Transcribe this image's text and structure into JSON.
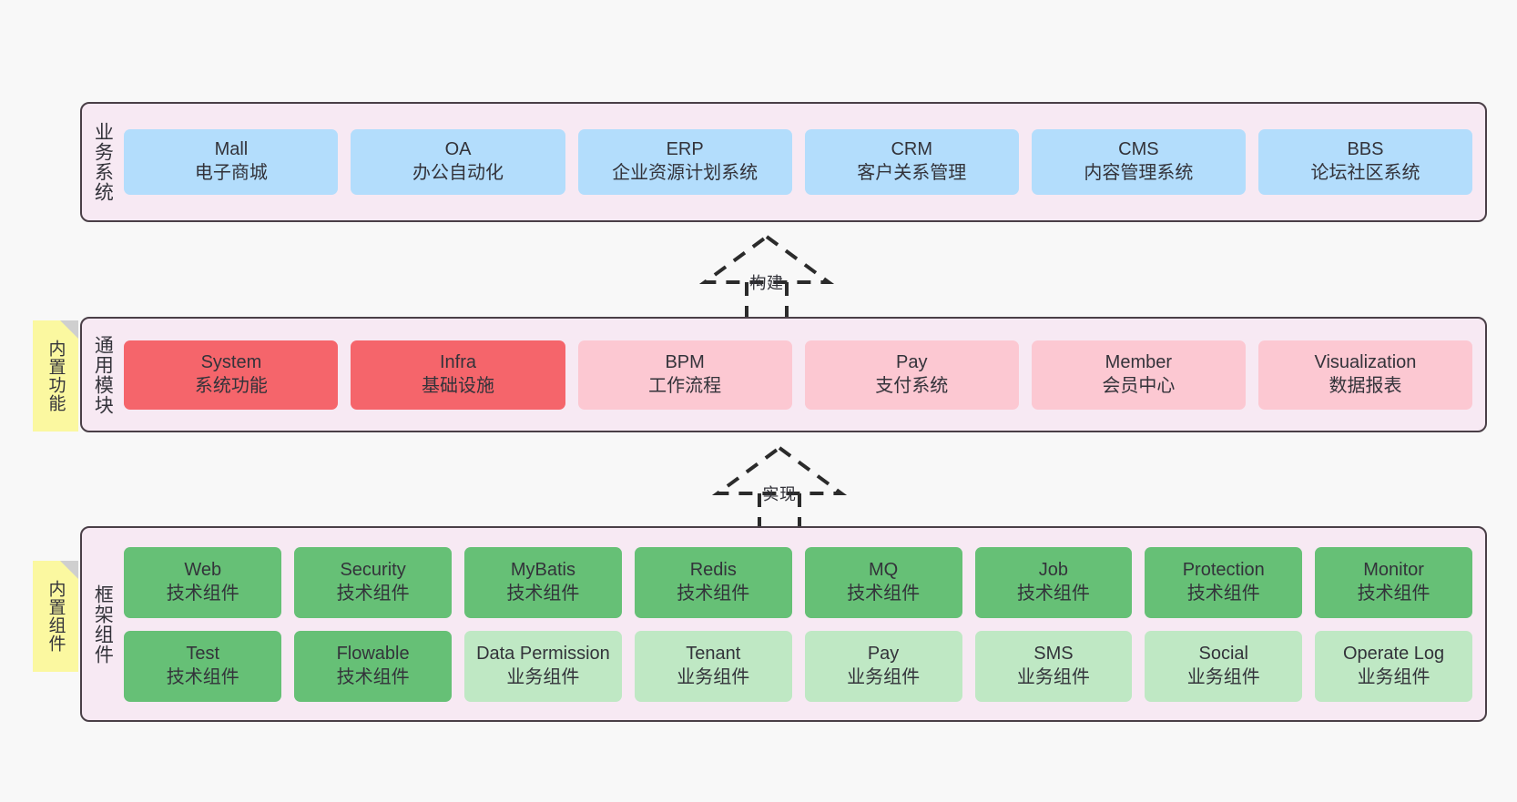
{
  "diagram": {
    "background_color": "#f8f8f8",
    "panel_color": "#f7e9f3",
    "panel_border_color": "#4a3f47",
    "note_color": "#fbf8a0"
  },
  "notes": [
    {
      "id": "builtin-features",
      "label": "内置功能"
    },
    {
      "id": "builtin-components",
      "label": "内置组件"
    }
  ],
  "connectors": [
    {
      "id": "build",
      "label": "构建",
      "style": "dashed-hollow-triangle",
      "direction": "up"
    },
    {
      "id": "realize",
      "label": "实现",
      "style": "dashed-hollow-triangle",
      "direction": "up"
    }
  ],
  "layers": [
    {
      "id": "business-system",
      "title": "业务系统",
      "rows": [
        {
          "cards": [
            {
              "en": "Mall",
              "cn": "电子商城",
              "color": "#b3ddfc",
              "variant": "blue"
            },
            {
              "en": "OA",
              "cn": "办公自动化",
              "color": "#b3ddfc",
              "variant": "blue"
            },
            {
              "en": "ERP",
              "cn": "企业资源计划系统",
              "color": "#b3ddfc",
              "variant": "blue"
            },
            {
              "en": "CRM",
              "cn": "客户关系管理",
              "color": "#b3ddfc",
              "variant": "blue"
            },
            {
              "en": "CMS",
              "cn": "内容管理系统",
              "color": "#b3ddfc",
              "variant": "blue"
            },
            {
              "en": "BBS",
              "cn": "论坛社区系统",
              "color": "#b3ddfc",
              "variant": "blue"
            }
          ]
        }
      ]
    },
    {
      "id": "common-modules",
      "title": "通用模块",
      "rows": [
        {
          "cards": [
            {
              "en": "System",
              "cn": "系统功能",
              "color": "#f5656b",
              "variant": "red"
            },
            {
              "en": "Infra",
              "cn": "基础设施",
              "color": "#f5656b",
              "variant": "red"
            },
            {
              "en": "BPM",
              "cn": "工作流程",
              "color": "#fcc8d2",
              "variant": "pink"
            },
            {
              "en": "Pay",
              "cn": "支付系统",
              "color": "#fcc8d2",
              "variant": "pink"
            },
            {
              "en": "Member",
              "cn": "会员中心",
              "color": "#fcc8d2",
              "variant": "pink"
            },
            {
              "en": "Visualization",
              "cn": "数据报表",
              "color": "#fcc8d2",
              "variant": "pink"
            }
          ]
        }
      ]
    },
    {
      "id": "framework-components",
      "title": "框架组件",
      "rows": [
        {
          "cards": [
            {
              "en": "Web",
              "cn": "技术组件",
              "color": "#66c076",
              "variant": "green"
            },
            {
              "en": "Security",
              "cn": "技术组件",
              "color": "#66c076",
              "variant": "green"
            },
            {
              "en": "MyBatis",
              "cn": "技术组件",
              "color": "#66c076",
              "variant": "green"
            },
            {
              "en": "Redis",
              "cn": "技术组件",
              "color": "#66c076",
              "variant": "green"
            },
            {
              "en": "MQ",
              "cn": "技术组件",
              "color": "#66c076",
              "variant": "green"
            },
            {
              "en": "Job",
              "cn": "技术组件",
              "color": "#66c076",
              "variant": "green"
            },
            {
              "en": "Protection",
              "cn": "技术组件",
              "color": "#66c076",
              "variant": "green"
            },
            {
              "en": "Monitor",
              "cn": "技术组件",
              "color": "#66c076",
              "variant": "green"
            }
          ]
        },
        {
          "cards": [
            {
              "en": "Test",
              "cn": "技术组件",
              "color": "#66c076",
              "variant": "green"
            },
            {
              "en": "Flowable",
              "cn": "技术组件",
              "color": "#66c076",
              "variant": "green"
            },
            {
              "en": "Data Permission",
              "cn": "业务组件",
              "color": "#bfe8c4",
              "variant": "green-light"
            },
            {
              "en": "Tenant",
              "cn": "业务组件",
              "color": "#bfe8c4",
              "variant": "green-light"
            },
            {
              "en": "Pay",
              "cn": "业务组件",
              "color": "#bfe8c4",
              "variant": "green-light"
            },
            {
              "en": "SMS",
              "cn": "业务组件",
              "color": "#bfe8c4",
              "variant": "green-light"
            },
            {
              "en": "Social",
              "cn": "业务组件",
              "color": "#bfe8c4",
              "variant": "green-light"
            },
            {
              "en": "Operate Log",
              "cn": "业务组件",
              "color": "#bfe8c4",
              "variant": "green-light"
            }
          ]
        }
      ]
    }
  ]
}
